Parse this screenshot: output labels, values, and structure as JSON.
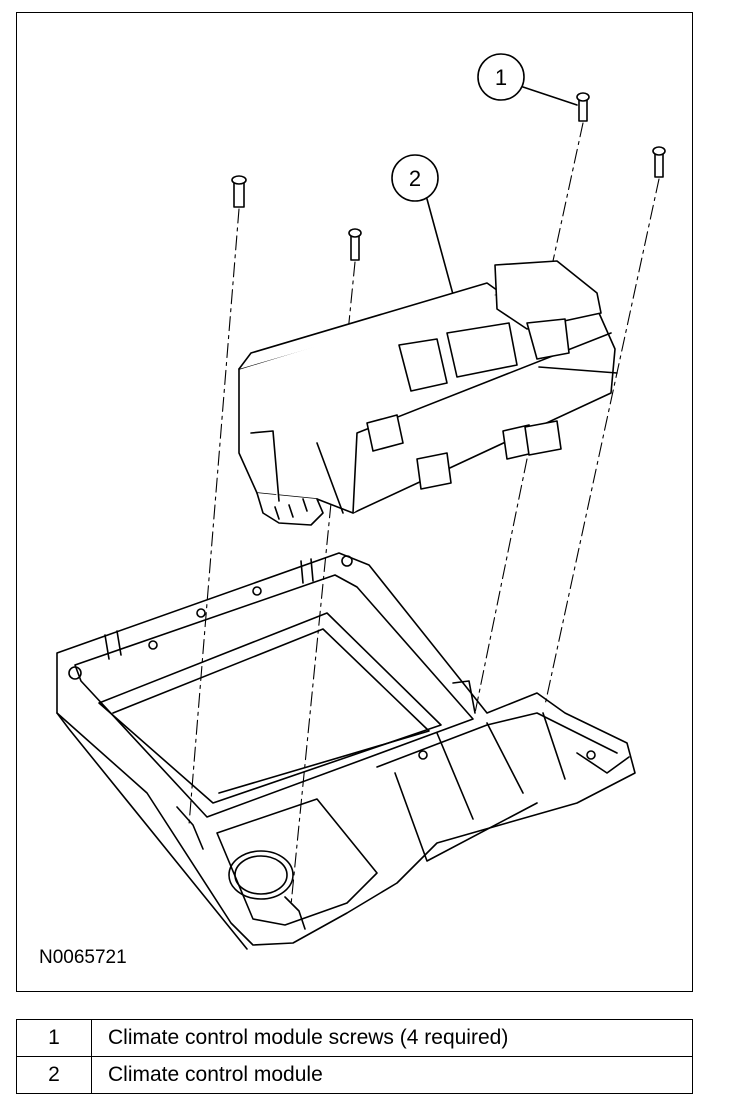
{
  "figure": {
    "id": "N0065721",
    "callouts": [
      "1",
      "2"
    ]
  },
  "legend": [
    {
      "num": "1",
      "desc": "Climate control module screws (4 required)"
    },
    {
      "num": "2",
      "desc": "Climate control module"
    }
  ]
}
